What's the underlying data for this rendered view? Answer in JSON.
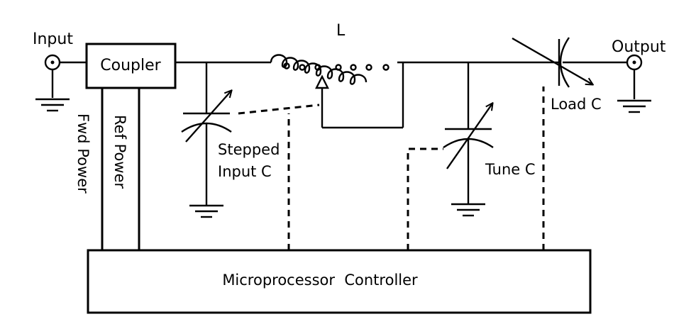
{
  "labels": {
    "input": "Input",
    "output": "Output",
    "coupler": "Coupler",
    "inductor": "L",
    "fwd_power": "Fwd Power",
    "ref_power": "Ref Power",
    "stepped_input_c_line1": "Stepped",
    "stepped_input_c_line2": "Input C",
    "tune_c": "Tune C",
    "load_c": "Load C",
    "controller": "Microprocessor  Controller"
  },
  "colors": {
    "line": "#000000",
    "background": "#ffffff"
  }
}
